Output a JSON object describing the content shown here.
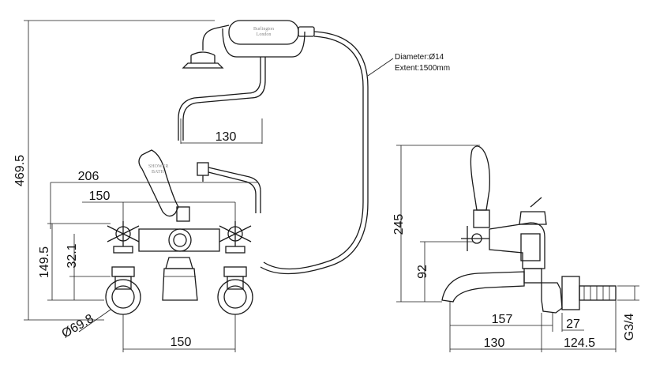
{
  "hose_note": {
    "diameter": "Diameter:Ø14",
    "extent": "Extent:1500mm"
  },
  "handset_brand": {
    "name": "Burlington",
    "place": "London"
  },
  "lever_label": {
    "line1": "SHOWER",
    "line2": "BATH"
  },
  "dimensions": {
    "total_height": "469.5",
    "handset_offset": "130",
    "overall_width": "206",
    "upper_width": "150",
    "inlet_height": "149.5",
    "valve_height": "32.1",
    "flange_diameter": "Ø69.8",
    "centres": "150",
    "side_height": "245",
    "spout_height": "92",
    "spout_reach": "157",
    "fixing_depth": "27",
    "base_reach": "130",
    "tail_length": "124.5",
    "thread": "G3/4"
  }
}
